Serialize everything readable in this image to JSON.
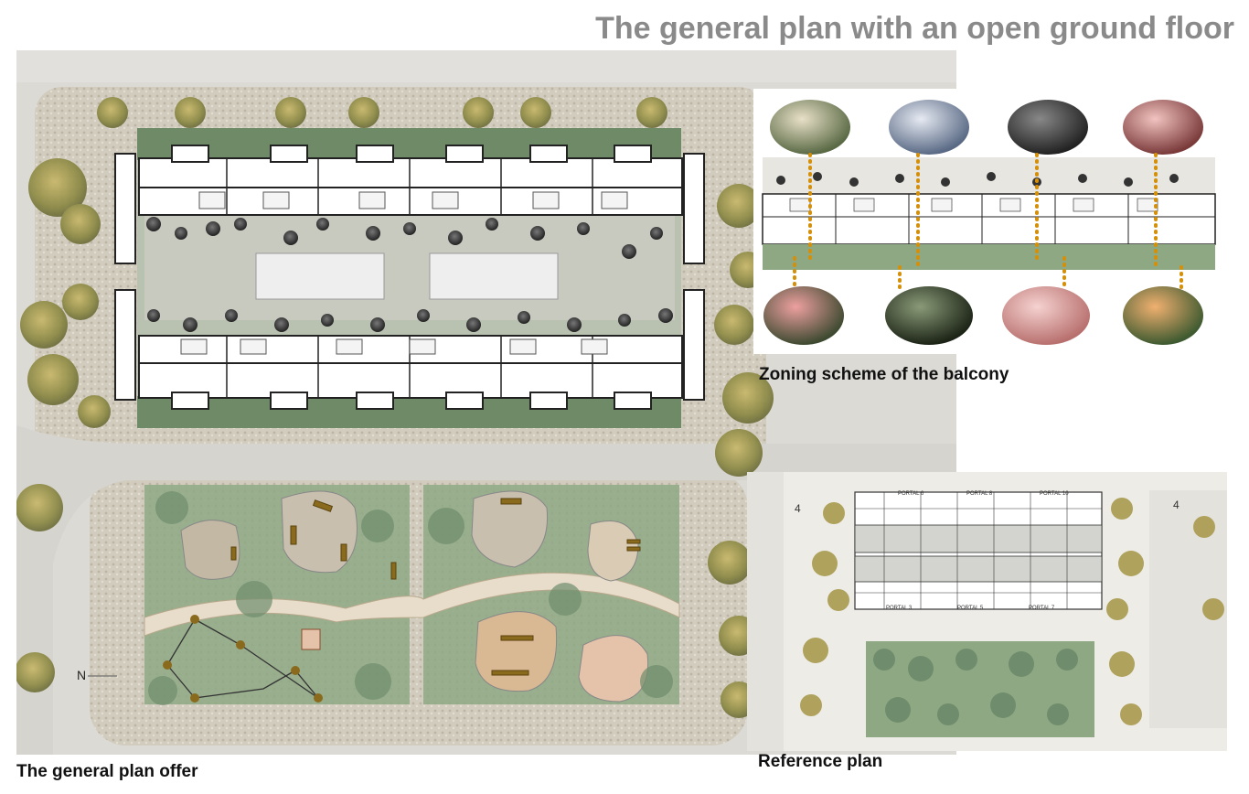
{
  "header": {
    "title": "The general plan with an open ground floor"
  },
  "main_plan": {
    "caption": "The general plan offer",
    "north_label": "N"
  },
  "balcony_scheme": {
    "caption": "Zoning scheme of the balcony"
  },
  "reference_plan": {
    "caption": "Reference plan",
    "building_number_left": "4",
    "building_number_right": "4",
    "portals_top": [
      "PORTAL 6",
      "PORTAL 8",
      "PORTAL 10"
    ],
    "portals_bottom": [
      "PORTAL 3",
      "PORTAL 5",
      "PORTAL 7"
    ]
  },
  "colors": {
    "title": "#8a8a8a",
    "lawn": "#8ea884",
    "building_band": "#6e8a66",
    "paving": "#d9d6cf",
    "gravel": "#c9c2b3",
    "tree_canopy": "#a89a4e",
    "sand": "#d9b894",
    "fruit_marker": "#d4900a"
  },
  "icons": [
    "tree-icon",
    "bench-icon",
    "fruit-photo-icon"
  ]
}
